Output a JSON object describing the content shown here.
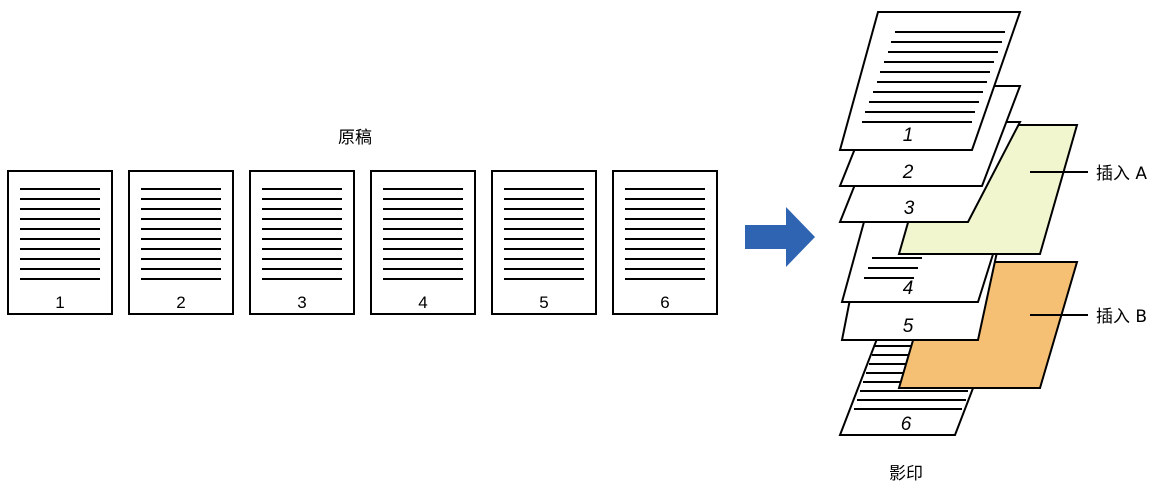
{
  "originals": {
    "label": "原稿",
    "pages": [
      "1",
      "2",
      "3",
      "4",
      "5",
      "6"
    ]
  },
  "copies": {
    "label": "影印",
    "stack_pages": [
      "1",
      "2",
      "3",
      "4",
      "5",
      "6"
    ]
  },
  "inserts": [
    {
      "label": "插入 A",
      "color": "#f2f6cf"
    },
    {
      "label": "插入 B",
      "color": "#f5c074"
    }
  ],
  "arrow_color": "#2f64b3"
}
